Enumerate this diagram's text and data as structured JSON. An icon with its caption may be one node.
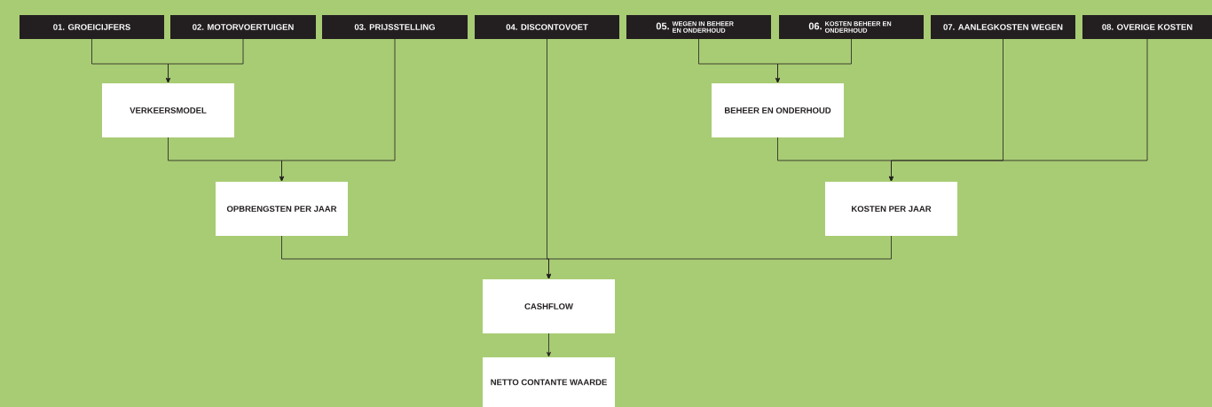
{
  "diagram": {
    "nodes": [
      {
        "text": [
          "01. GROEICIJFERS"
        ]
      },
      {
        "text": [
          "02. MOTORVOERTUIGEN"
        ]
      },
      {
        "text": [
          "03. PRIJSSTELLING"
        ]
      },
      {
        "text": [
          "04. DISCONTOVOET"
        ]
      },
      {
        "text": [
          "05.",
          "WEGEN IN BEHEER EN ONDERHOUD"
        ]
      },
      {
        "text": [
          "06.",
          "KOSTEN BEHEER EN ONDERHOUD"
        ]
      },
      {
        "text": [
          "07. AANLEGKOSTEN WEGEN"
        ]
      },
      {
        "text": [
          "08. OVERIGE KOSTEN"
        ]
      },
      {
        "text": [
          "VERKEERSMODEL"
        ]
      },
      {
        "text": [
          "BEHEER EN ONDERHOUD"
        ]
      },
      {
        "text": [
          "OPBRENGSTEN PER JAAR"
        ]
      },
      {
        "text": [
          "KOSTEN PER JAAR"
        ]
      },
      {
        "text": [
          "CASHFLOW"
        ]
      },
      {
        "text": [
          "NETTO CONTANTE WAARDE"
        ]
      }
    ],
    "edges": [
      {
        "from": 0,
        "to": 8,
        "arrow": "to"
      },
      {
        "from": 1,
        "to": 8,
        "arrow": "to"
      },
      {
        "from": 8,
        "to": 10,
        "arrow": "to"
      },
      {
        "from": 2,
        "to": 10,
        "arrow": "to"
      },
      {
        "from": 4,
        "to": 9,
        "arrow": "to"
      },
      {
        "from": 5,
        "to": 9,
        "arrow": "to"
      },
      {
        "from": 9,
        "to": 11,
        "arrow": "to"
      },
      {
        "from": 6,
        "to": 11,
        "arrow": "to"
      },
      {
        "from": 7,
        "to": 11,
        "arrow": "to"
      },
      {
        "from": 10,
        "to": 12,
        "arrow": "to"
      },
      {
        "from": 11,
        "to": 12,
        "arrow": "to"
      },
      {
        "from": 3,
        "to": 12,
        "arrow": "to"
      },
      {
        "from": 12,
        "to": 13,
        "arrow": "to"
      }
    ]
  }
}
